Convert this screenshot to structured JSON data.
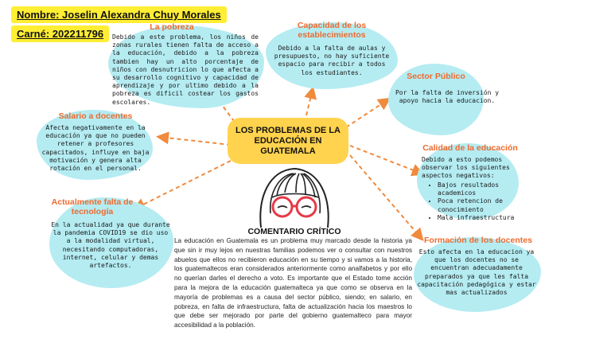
{
  "header": {
    "name_line": "Nombre: Joselin Alexandra Chuy Morales",
    "id_line": "Carné: 202211796"
  },
  "center_title": [
    "LOS PROBLEMAS DE LA",
    "EDUCACIÓN EN",
    "GUATEMALA"
  ],
  "nodes": {
    "pobreza": {
      "title": "La pobreza",
      "text": "Debido a este problema, los niños de zonas rurales tienen falta de acceso a la educación, debido a la pobreza tambien hay un alto porcentaje de niños con desnutricion lo que afecta a su desarrollo cognitivo y capacidad de aprendizaje y por ultimo debido a la pobreza es dificil costear los gastos escolares."
    },
    "capacidad": {
      "title_lines": [
        "Capacidad de los",
        "establecimientos"
      ],
      "text": "Debido a la falta de aulas y presupuesto, no hay suficiente espacio para recibir a todos los estudiantes."
    },
    "sector": {
      "title": "Sector Público",
      "text": "Por la falta de inversión y apoyo hacia la educacion."
    },
    "calidad": {
      "title": "Calidad de la educación",
      "intro": "Debido a esto podemos observar los siguientes aspectos negativos:",
      "items": [
        "Bajos resultados academicos",
        "Poca retencion de conocimiento",
        "Mala infraestructura"
      ]
    },
    "formacion": {
      "title": "Formación de los docentes",
      "text": "Esto afecta en la educacion ya que los docentes no se encuentran adecuadamente preparados ya que les falta capacitación pedagógica y estar mas actualizados"
    },
    "salario": {
      "title": "Salario a docentes",
      "text": "Afecta negativamente en la educación ya que no pueden retener a profesores capacitados, influye en baja motivación y genera alta rotación en el personal."
    },
    "tecnologia": {
      "title_lines": [
        "Actualmente falta de",
        "tecnología"
      ],
      "text": "En la actualidad ya que durante la pandemia COVID19 se dio uso a la modalidad virtual, necesitando computadoras, internet, celular y demas artefactos."
    }
  },
  "comment": {
    "title": "COMENTARIO CRÍTICO",
    "text": "La educación en Guatemala es un problema muy marcado desde la historia ya que sin ir muy lejos en nuestras familias podemos ver o consultar con nuestros abuelos que ellos no recibieron educación en su tiempo y si vamos a la historia, los guatemaltecos eran considerados anteriormente como analfabetos y por ello no querían darles el derecho a voto. Es importante que el Estado tome acción para la mejora de la educación guatemalteca ya que como se observa en la mayoría de problemas es a causa del sector público, siendo; en salario, en pobreza, en falta de infraestructura, falta de actualización hacia los maestros lo que debe ser mejorado por parte del gobierno guatemalteco para mayor accesibilidad a la población."
  },
  "colors": {
    "blob": "#b4ecf2",
    "title": "#ef6a2e",
    "center": "#ffd34d",
    "tag": "#ffee33",
    "arrow": "#f08a3c"
  }
}
